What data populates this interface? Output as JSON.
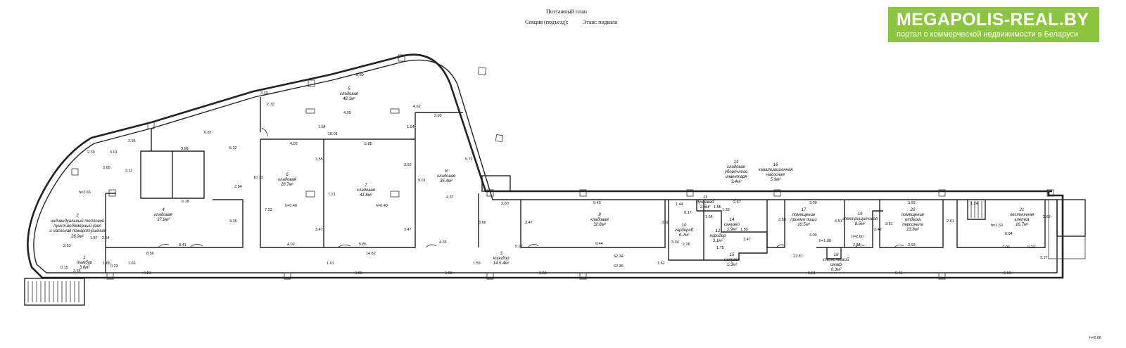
{
  "header": {
    "title": "Поэтажный план",
    "section_label": "Секция (подъезд):",
    "floor_label": "Этаж: подвала"
  },
  "brand": {
    "name": "MEGAPOLIS-REAL.BY",
    "tagline": "портал о коммерческой недвижимости в Беларуси",
    "color": "#8cc63f"
  },
  "rooms": [
    {
      "n": "1",
      "name": "тамбур",
      "area": "3.8м²"
    },
    {
      "n": "2",
      "name": "индивидуальный тепловой пункт,водомерный узел и насосная пожаротушения",
      "area": "26.9м²"
    },
    {
      "n": "3",
      "name": "коридор",
      "area": "14.5.4м²"
    },
    {
      "n": "4",
      "name": "кладовая",
      "area": "37.9м²"
    },
    {
      "n": "5",
      "name": "кладовая",
      "area": "48.3м²"
    },
    {
      "n": "6",
      "name": "кладовая",
      "area": "28.7м²"
    },
    {
      "n": "7",
      "name": "кладовая",
      "area": "41.8м²"
    },
    {
      "n": "8",
      "name": "кладовая",
      "area": "35.4м²"
    },
    {
      "n": "9",
      "name": "кладовая",
      "area": "32.8м²"
    },
    {
      "n": "10",
      "name": "гардероб",
      "area": "6.2м²"
    },
    {
      "n": "11",
      "name": "душевая",
      "area": "2.5м²"
    },
    {
      "n": "12",
      "name": "коридор",
      "area": "3.1м²"
    },
    {
      "n": "13",
      "name": "кладовая уборочного инвентаря",
      "area": "3.4м²"
    },
    {
      "n": "14",
      "name": "санузел",
      "area": "1.9м²"
    },
    {
      "n": "15",
      "name": "санузел",
      "area": "1.3м²"
    },
    {
      "n": "16",
      "name": "канализационная насосная",
      "area": "5.9м²"
    },
    {
      "n": "17",
      "name": "помещение приема пищи",
      "area": "10.5м²"
    },
    {
      "n": "18",
      "name": "технический шкаф",
      "area": "0.3м²"
    },
    {
      "n": "19",
      "name": "электрощитовая",
      "area": "8.5м²"
    },
    {
      "n": "20",
      "name": "помещение отдыха персонала",
      "area": "13.8м²"
    },
    {
      "n": "21",
      "name": "лестничная клетка",
      "area": "16.7м²"
    }
  ],
  "heights": [
    "h=2.66",
    "h=0.40",
    "h=0.40",
    "h=1.88",
    "h=2.60",
    "h=1.60",
    "h=2.66"
  ],
  "dims": [
    "5.80",
    "3.19",
    "2.72",
    "6.87",
    "2.95",
    "3.99",
    "10.01",
    "4.39",
    "4.62",
    "2.93",
    "1.54",
    "1.54",
    "4.03",
    "5.85",
    "3.55",
    "3.52",
    "9.01",
    "5.71",
    "2.11",
    "3.01",
    "3.65",
    "2.39",
    "5.32",
    "2.84",
    "6.18",
    "3.35",
    "10.13",
    "7.23",
    "7.21",
    "4.37",
    "4.02",
    "5.85",
    "4.35",
    "3.47",
    "3.47",
    "3.66",
    "2.60",
    "9.43",
    "9.44",
    "3.47",
    "5.22",
    "62.34",
    "62.36",
    "14.82",
    "8.56",
    "8.41",
    "6.81",
    "5.60",
    "5.58",
    "5.58",
    "1.61",
    "1.59",
    "1.66",
    "1.65",
    "2.53",
    "1.87",
    "2.54",
    "2.36",
    "0.23",
    "3.50",
    "3.34",
    "2.26",
    "1.44",
    "0.17",
    "1.64",
    "1.55",
    "1.39",
    "2.47",
    "1.50",
    "1.47",
    "1.75",
    "3.50",
    "3.09",
    "3.09",
    "27.87",
    "2.84",
    "2.42",
    "3.51",
    "3.51",
    "3.93",
    "3.93",
    "5.61",
    "5.61",
    "1.24",
    "2.61",
    "6.94",
    "2.63",
    "7.00",
    "0.22",
    "2.27",
    "6.59",
    "1.62",
    "0.15"
  ]
}
